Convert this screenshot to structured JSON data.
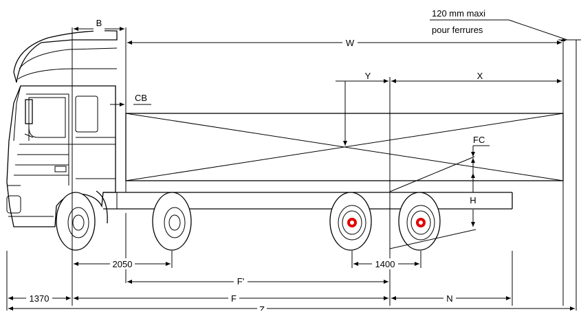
{
  "note": {
    "line1": "120 mm maxi",
    "line2": "pour ferrures"
  },
  "labels": {
    "B": "B",
    "W": "W",
    "Y": "Y",
    "X": "X",
    "CB": "CB",
    "FC": "FC",
    "H": "H",
    "F_prime": "F'",
    "F": "F",
    "N": "N",
    "Z": "Z"
  },
  "dimensions": {
    "front_overhang": "1370",
    "front_axle_spacing": "2050",
    "rear_axle_spacing": "1400"
  },
  "colors": {
    "hub": "#e00000",
    "line": "#000000",
    "background": "#ffffff"
  }
}
